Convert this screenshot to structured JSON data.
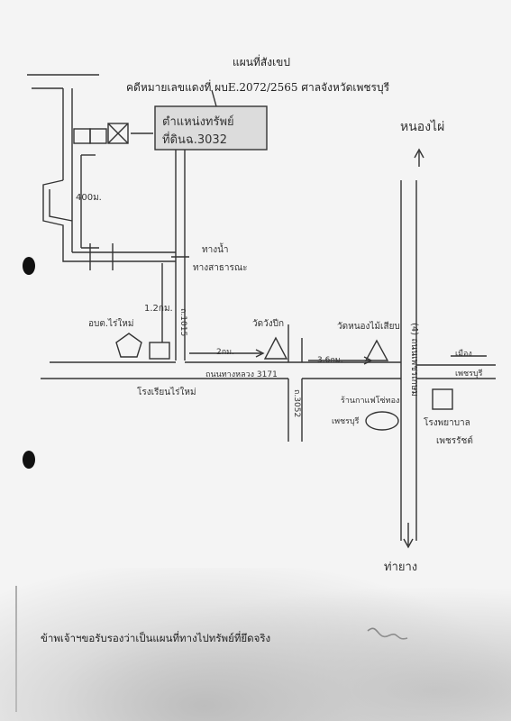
{
  "document": {
    "title": "แผนที่สังเขป",
    "case_line": "คดีหมายเลขแดงที่ ผบE.2072/2565 ศาลจังหวัดเพชรบุรี",
    "certification": "ข้าพเจ้าฯขอรับรองว่าเป็นแผนที่ทางไปทรัพย์ที่ยึดจริง"
  },
  "map": {
    "property_box": [
      "ตำแหน่งทรัพย์",
      "ที่ดินฉ.3032"
    ],
    "distance_400m": "400ม.",
    "canal": [
      "ทางน้ำ",
      "ทางสาธารณะ"
    ],
    "distance_1_2km": "1.2กม.",
    "road_1015": "ถ.1015",
    "district_office": "อบต.ไร่ใหม่",
    "wat_1": "วัดวังปีก",
    "distance_2km": "2กม.",
    "wat_2": "วัดหนองไม้เสียบ",
    "distance_3_6km": "3.6กม.",
    "road_3171": "ถนนทางหลวง 3171",
    "road_4": "(4) ถนนเพชรเกษม",
    "north_town": "หนองไผ่",
    "school": "โรงเรียนไร่ใหม่",
    "road_3052": "ถ.3052",
    "landmark_shop": [
      "ร้านกาแฟโซ่ทอง",
      "เพชรบุรี"
    ],
    "right_city": [
      "เมือง",
      "เพชรบุรี"
    ],
    "hospital": [
      "โรงพยาบาล",
      "เพชรรัชต์"
    ],
    "south_town": "ท่ายาง"
  }
}
